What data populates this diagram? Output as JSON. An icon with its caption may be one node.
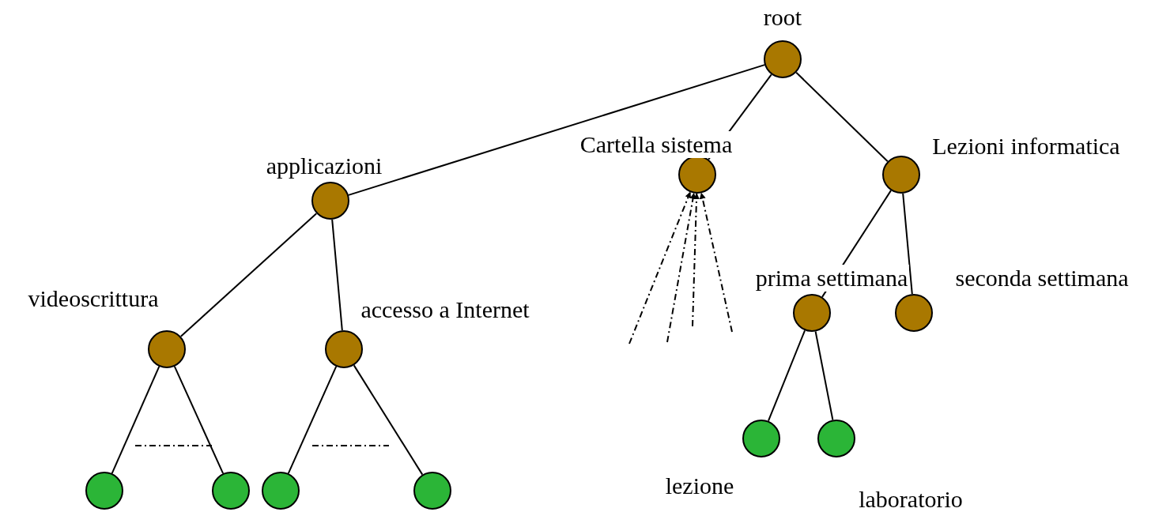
{
  "diagram": {
    "nodes": [
      {
        "text": [
          "root"
        ]
      },
      {
        "text": [
          "applicazioni"
        ]
      },
      {
        "text": [
          "Cartella sistema"
        ]
      },
      {
        "text": [
          "Lezioni informatica"
        ]
      },
      {
        "text": [
          "videoscrittura"
        ]
      },
      {
        "text": [
          "accesso a Internet"
        ]
      },
      {
        "text": [
          "prima settimana"
        ]
      },
      {
        "text": [
          "seconda settimana"
        ]
      },
      {
        "text": [],
        "shape": "circle"
      },
      {
        "text": [],
        "shape": "circle"
      },
      {
        "text": [],
        "shape": "circle"
      },
      {
        "text": [],
        "shape": "circle"
      },
      {
        "text": [
          "lezione"
        ]
      },
      {
        "text": [
          "laboratorio"
        ]
      }
    ],
    "edges": [
      {
        "from": 0,
        "to": 1,
        "arrow": "none"
      },
      {
        "from": 0,
        "to": 2,
        "arrow": "none"
      },
      {
        "from": 0,
        "to": 3,
        "arrow": "none"
      },
      {
        "from": 1,
        "to": 4,
        "arrow": "none"
      },
      {
        "from": 1,
        "to": 5,
        "arrow": "none"
      },
      {
        "from": 3,
        "to": 6,
        "arrow": "none"
      },
      {
        "from": 3,
        "to": 7,
        "arrow": "none"
      },
      {
        "from": 4,
        "to": 8,
        "arrow": "none"
      },
      {
        "from": 4,
        "to": 9,
        "arrow": "none"
      },
      {
        "from": 5,
        "to": 10,
        "arrow": "none"
      },
      {
        "from": 5,
        "to": 11,
        "arrow": "none"
      },
      {
        "from": 6,
        "to": 12,
        "arrow": "none"
      },
      {
        "from": 6,
        "to": 13,
        "arrow": "none"
      },
      {
        "from": null,
        "to": 2,
        "arrow": "to",
        "style": "dashed"
      },
      {
        "from": null,
        "to": 2,
        "arrow": "to",
        "style": "dashed"
      },
      {
        "from": null,
        "to": 2,
        "arrow": "to",
        "style": "dashed"
      },
      {
        "from": null,
        "to": 2,
        "arrow": "to",
        "style": "dashed"
      }
    ]
  }
}
